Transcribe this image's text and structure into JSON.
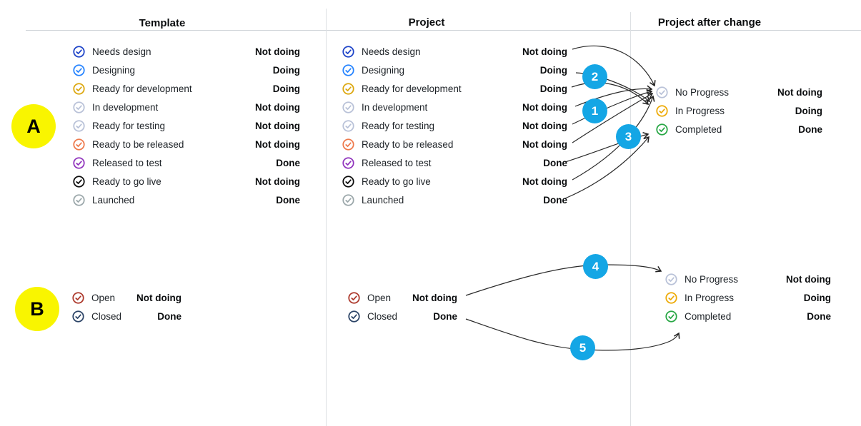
{
  "headers": {
    "template": "Template",
    "project": "Project",
    "after_change": "Project after change"
  },
  "section_a": {
    "badge": "A",
    "template_rows": [
      {
        "label": "Needs design",
        "status": "Not doing",
        "color": "#1d43c8"
      },
      {
        "label": "Designing",
        "status": "Doing",
        "color": "#2684ff"
      },
      {
        "label": "Ready for development",
        "status": "Doing",
        "color": "#dca70e"
      },
      {
        "label": "In development",
        "status": "Not doing",
        "color": "#b9c2d8"
      },
      {
        "label": "Ready for testing",
        "status": "Not doing",
        "color": "#b9c2d8"
      },
      {
        "label": "Ready to be released",
        "status": "Not doing",
        "color": "#ee7a4d"
      },
      {
        "label": "Released to test",
        "status": "Done",
        "color": "#9134bd"
      },
      {
        "label": "Ready to go live",
        "status": "Not doing",
        "color": "#0d0d0d"
      },
      {
        "label": "Launched",
        "status": "Done",
        "color": "#9ba7aa"
      }
    ],
    "project_rows": [
      {
        "label": "Needs design",
        "status": "Not doing",
        "color": "#1d43c8"
      },
      {
        "label": "Designing",
        "status": "Doing",
        "color": "#2684ff"
      },
      {
        "label": "Ready for development",
        "status": "Doing",
        "color": "#dca70e"
      },
      {
        "label": "In development",
        "status": "Not doing",
        "color": "#b9c2d8"
      },
      {
        "label": "Ready for testing",
        "status": "Not doing",
        "color": "#b9c2d8"
      },
      {
        "label": "Ready to be released",
        "status": "Not doing",
        "color": "#ee7a4d"
      },
      {
        "label": "Released to test",
        "status": "Done",
        "color": "#9134bd"
      },
      {
        "label": "Ready to go live",
        "status": "Not doing",
        "color": "#0d0d0d"
      },
      {
        "label": "Launched",
        "status": "Done",
        "color": "#9ba7aa"
      }
    ],
    "after_rows": [
      {
        "label": "No Progress",
        "status": "Not doing",
        "color": "#b9c2d8"
      },
      {
        "label": "In Progress",
        "status": "Doing",
        "color": "#edaa06"
      },
      {
        "label": "Completed",
        "status": "Done",
        "color": "#28a745"
      }
    ]
  },
  "section_b": {
    "badge": "B",
    "template_rows": [
      {
        "label": "Open",
        "status": "Not doing",
        "color": "#ad392c"
      },
      {
        "label": "Closed",
        "status": "Done",
        "color": "#2c4467"
      }
    ],
    "project_rows": [
      {
        "label": "Open",
        "status": "Not doing",
        "color": "#ad392c"
      },
      {
        "label": "Closed",
        "status": "Done",
        "color": "#2c4467"
      }
    ],
    "after_rows": [
      {
        "label": "No Progress",
        "status": "Not doing",
        "color": "#b9c2d8"
      },
      {
        "label": "In Progress",
        "status": "Doing",
        "color": "#edaa06"
      },
      {
        "label": "Completed",
        "status": "Done",
        "color": "#28a745"
      }
    ]
  },
  "markers": {
    "items": [
      "1",
      "2",
      "3",
      "4",
      "5"
    ],
    "color": "#14a6e5"
  },
  "badge_color": "#f9f500",
  "arrows": [
    {
      "from": "Needs design",
      "to": "No Progress"
    },
    {
      "from": "Designing",
      "to": "In Progress"
    },
    {
      "from": "Ready for development",
      "to": "In Progress"
    },
    {
      "from": "In development",
      "to": "No Progress"
    },
    {
      "from": "Ready for testing",
      "to": "No Progress"
    },
    {
      "from": "Ready to be released",
      "to": "No Progress"
    },
    {
      "from": "Released to test",
      "to": "Completed"
    },
    {
      "from": "Ready to go live",
      "to": "No Progress"
    },
    {
      "from": "Launched",
      "to": "Completed"
    },
    {
      "from": "Open",
      "to": "No Progress"
    },
    {
      "from": "Closed",
      "to": "Completed"
    }
  ]
}
